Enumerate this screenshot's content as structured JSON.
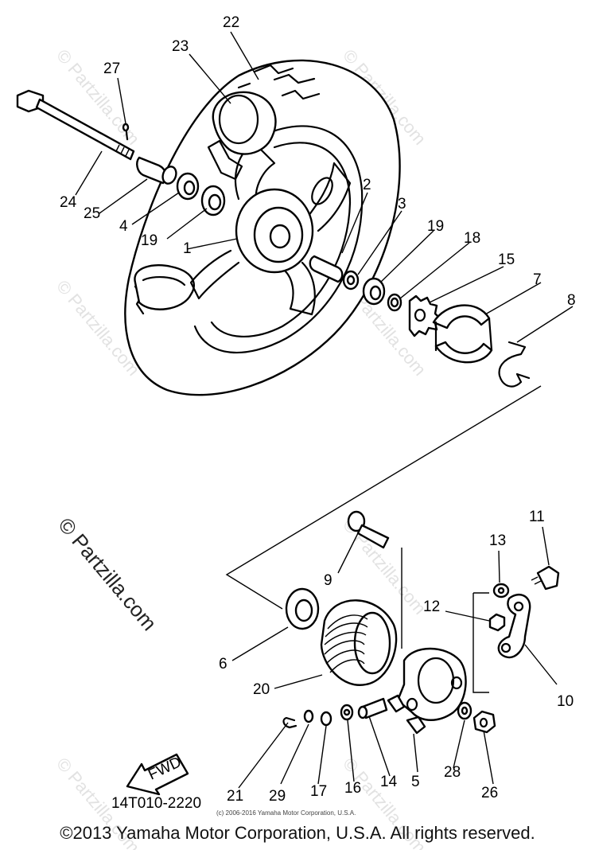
{
  "diagram": {
    "part_numbers": [
      "1",
      "2",
      "3",
      "4",
      "5",
      "6",
      "7",
      "8",
      "9",
      "10",
      "11",
      "12",
      "13",
      "14",
      "15",
      "16",
      "17",
      "18",
      "19",
      "19",
      "20",
      "21",
      "22",
      "23",
      "24",
      "25",
      "26",
      "27",
      "28",
      "29"
    ],
    "drawing_code": "14T010-2220",
    "fwd_label": "FWD",
    "watermark_text": "© Partzilla.com",
    "small_copyright": "(c) 2006-2016 Yamaha Motor Corporation, U.S.A.",
    "footer_copyright": "©2013 Yamaha Motor Corporation, U.S.A. All rights reserved."
  }
}
